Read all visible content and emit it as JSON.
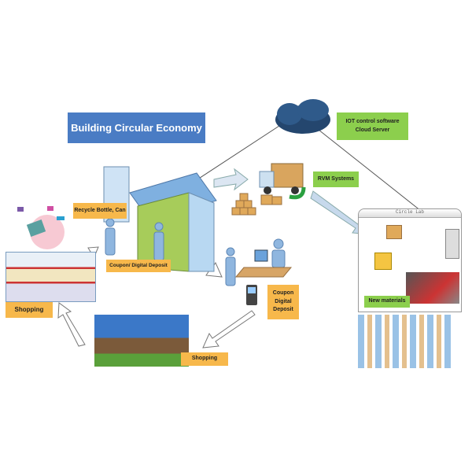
{
  "title": "Building Circular Economy",
  "labels": {
    "iot": "IOT control software",
    "cloud": "Cloud  Server",
    "rvm": "RVM Systems",
    "recycle": "Recycle Bottle, Can",
    "coupon": "Coupon/ Digital Deposit",
    "coupon2": "Coupon Digital Deposit",
    "shopping1": "Shopping",
    "shopping2": "Shopping",
    "circle_lab": "Circle Lab",
    "new_materials": "New materials"
  },
  "colors": {
    "title": "#4a7cc4",
    "green": "#8ccf4d",
    "orange": "#f7b84b"
  }
}
